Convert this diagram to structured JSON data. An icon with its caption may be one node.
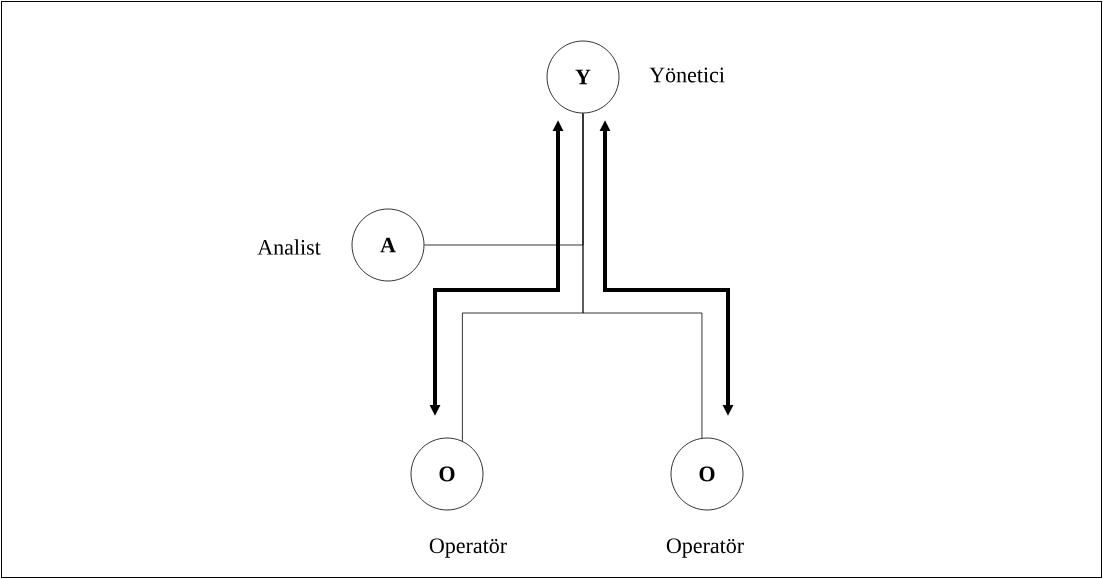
{
  "diagram": {
    "nodes": [
      {
        "text": [
          "Y"
        ],
        "beside": [
          "Yönetici"
        ]
      },
      {
        "text": [
          "A"
        ],
        "beside": [
          "Analist"
        ]
      },
      {
        "text": [
          "O"
        ],
        "beside": [
          "Operatör"
        ]
      },
      {
        "text": [
          "O"
        ],
        "beside": [
          "Operatör"
        ]
      }
    ],
    "edges": [
      {
        "from": 0,
        "to": 1,
        "arrow": "none"
      },
      {
        "from": 0,
        "to": 2,
        "arrow": "none"
      },
      {
        "from": 0,
        "to": 3,
        "arrow": "none"
      },
      {
        "from": 2,
        "to": 0,
        "arrow": "both",
        "style": "thick"
      },
      {
        "from": 3,
        "to": 0,
        "arrow": "both",
        "style": "thick"
      }
    ]
  }
}
